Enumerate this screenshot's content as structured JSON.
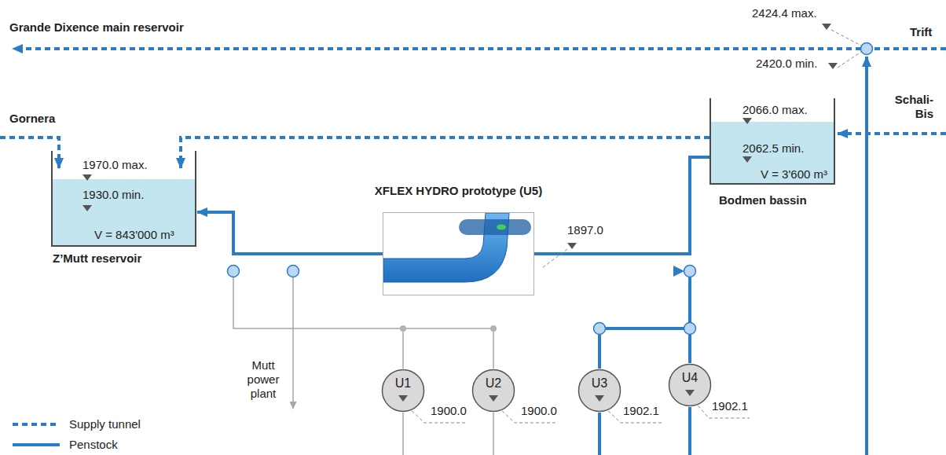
{
  "diagram": {
    "nodes": [
      {
        "text": [
          "1970.0 max.",
          "1930.0 min.",
          "V = 843'000 m³",
          "Z’Mutt reservoir"
        ]
      },
      {
        "text": [
          "2066.0 max.",
          "2062.5 min.",
          "V = 3'600 m³",
          "Bodmen bassin"
        ]
      },
      {
        "text": [
          "XFLEX HYDRO prototype (U5)"
        ]
      },
      {
        "text": [
          "U1"
        ]
      },
      {
        "text": [
          "U2"
        ]
      },
      {
        "text": [
          "U3"
        ]
      },
      {
        "text": [
          "U4"
        ]
      }
    ],
    "edges": [
      {
        "from": 2,
        "to": 0,
        "arrow": "to"
      },
      {
        "from": 2,
        "to": 1,
        "arrow": "none"
      }
    ],
    "labels": [
      "Grande Dixence main reservoir",
      "2424.4 max.",
      "Trift",
      "2420.0 min.",
      "Gornera",
      "Schali- Bis",
      "1897.0",
      "Mutt power plant",
      "1900.0",
      "1900.0",
      "1902.1",
      "1902.1"
    ],
    "legend": [
      {
        "text": "Supply tunnel"
      },
      {
        "text": "Penstock"
      }
    ]
  }
}
